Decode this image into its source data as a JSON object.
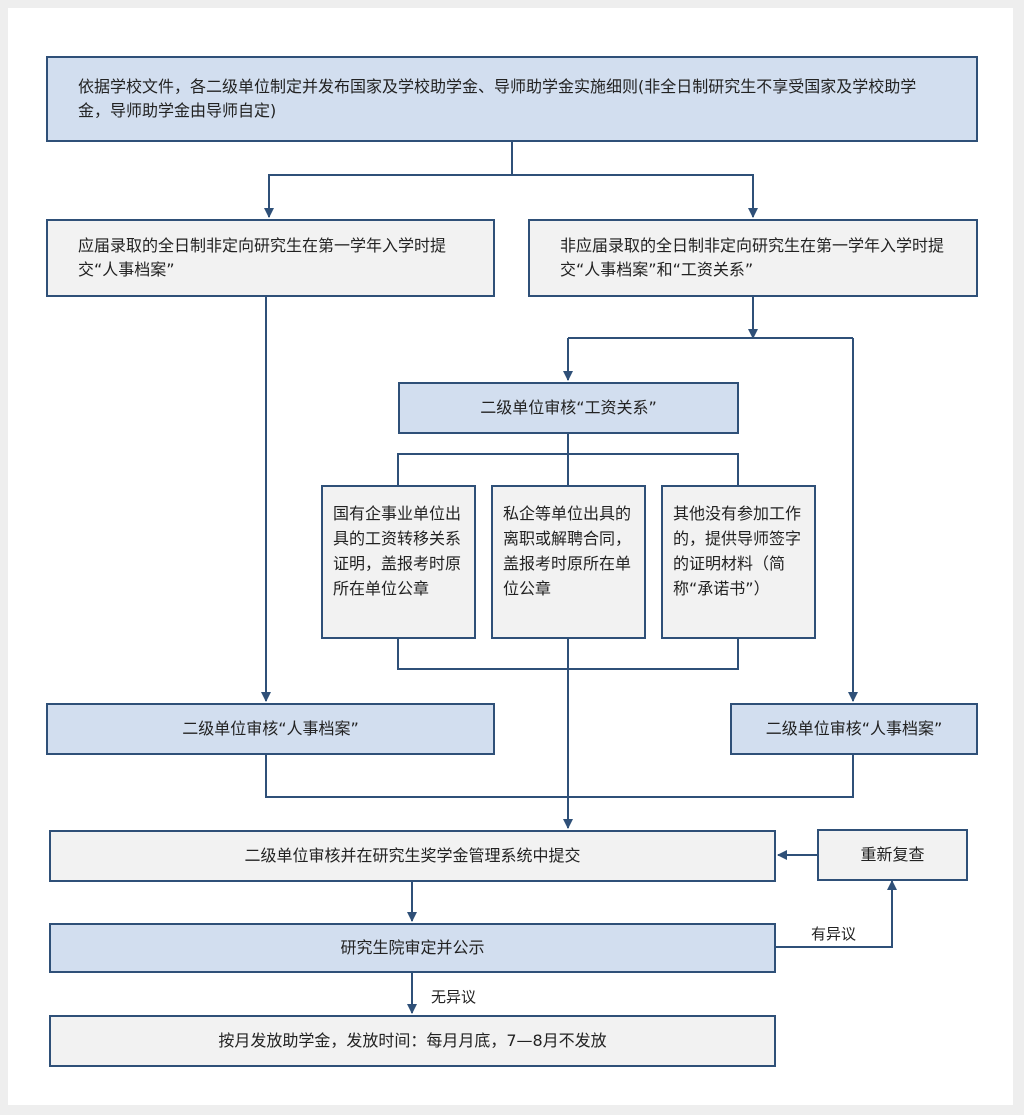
{
  "diagram": {
    "nodes": {
      "top_policy": "依据学校文件，各二级单位制定并发布国家及学校助学金、导师助学金实施细则(非全日制研究生不享受国家及学校助学金，导师助学金由导师自定)",
      "fresh_grad": "应届录取的全日制非定向研究生在第一学年入学时提交“人事档案”",
      "non_fresh_grad": "非应届录取的全日制非定向研究生在第一学年入学时提交“人事档案”和“工资关系”",
      "review_salary": "二级单位审核“工资关系”",
      "state_owned": "国有企事业单位出具的工资转移关系证明，盖报考时原所在单位公章",
      "private": "私企等单位出具的离职或解聘合同，盖报考时原所在单位公章",
      "other": "其他没有参加工作的，提供导师签字的证明材料（简称“承诺书”）",
      "review_archive_left": "二级单位审核“人事档案”",
      "review_archive_right": "二级单位审核“人事档案”",
      "submit_system": "二级单位审核并在研究生奖学金管理系统中提交",
      "recheck": "重新复查",
      "graduate_school": "研究生院审定并公示",
      "payment": "按月发放助学金，发放时间：每月月底，7—8月不发放"
    },
    "edge_labels": {
      "objection": "有异议",
      "no_objection": "无异议"
    },
    "colors": {
      "border": "#2f5078",
      "highlight_fill": "#d2deef",
      "plain_fill": "#f2f2f2"
    }
  }
}
